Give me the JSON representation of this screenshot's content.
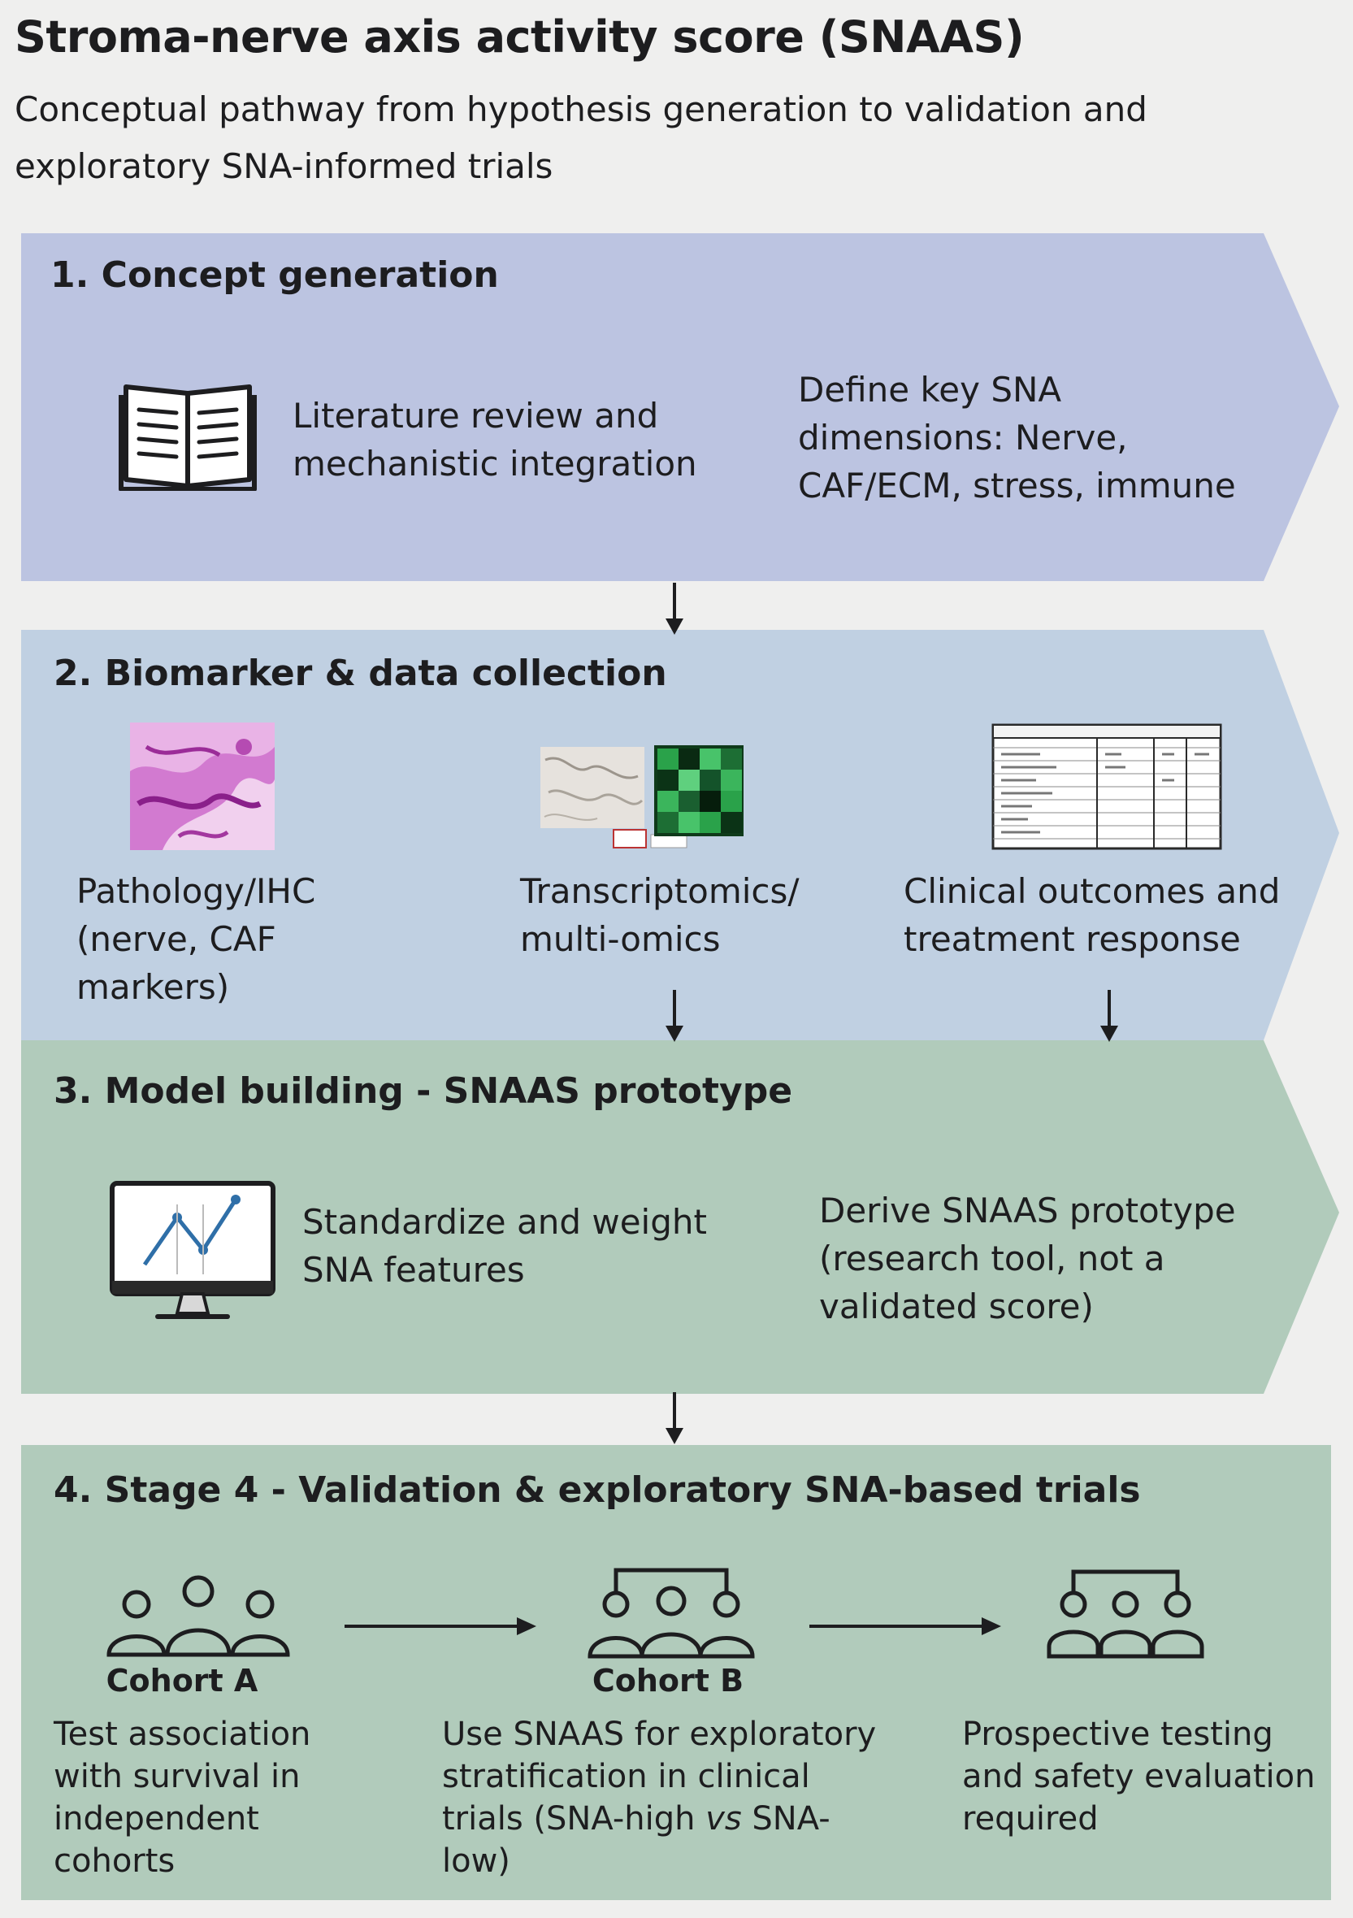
{
  "title": "Stroma-nerve axis activity score (SNAAS)",
  "subtitle": "Conceptual pathway from hypothesis generation to validation and exploratory SNA-informed trials",
  "colors": {
    "stage1": "#bcc4e1",
    "stage2": "#c0d0e2",
    "stage3": "#b1cbbb",
    "stage4": "#b1cbbb",
    "text": "#1d1d1f"
  },
  "stage1": {
    "title": "1. Concept generation",
    "icon": "open-book-icon",
    "item1": "Literature review and mechanistic integration",
    "item2": "Define key SNA dimensions: Nerve, CAF/ECM, stress, immune"
  },
  "stage2": {
    "title": "2. Biomarker & data collection",
    "item1": "Pathology/IHC (nerve, CAF markers)",
    "item2": "Transcriptomics/ multi-omics",
    "item3": "Clinical outcomes and treatment response"
  },
  "stage3": {
    "title": "3. Model building - SNAAS prototype",
    "icon": "monitor-chart-icon",
    "item1": "Standardize and weight SNA features",
    "item2": "Derive SNAAS prototype (research tool, not a validated score)"
  },
  "stage4": {
    "title": "4. Stage 4 - Validation & exploratory SNA-based trials",
    "cohort_a": "Cohort A",
    "cohort_b": "Cohort B",
    "item1": "Test association with survival in independent cohorts",
    "item2_pre": "Use SNAAS for exploratory stratification in clinical trials (SNA-high ",
    "item2_vs": "vs",
    "item2_post": " SNA-low)",
    "item3": "Prospective testing and safety evaluation required"
  }
}
